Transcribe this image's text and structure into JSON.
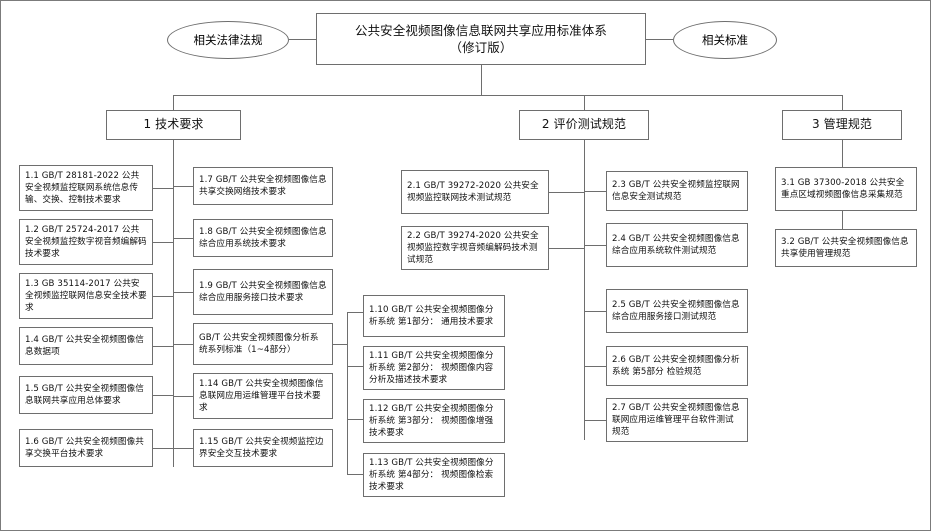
{
  "diagram": {
    "title": "公共安全视频图像信息联网共享应用标准体系",
    "subtitle": "（修订版）",
    "side_left": "相关法律法规",
    "side_right": "相关标准",
    "branches": [
      {
        "id": "tech",
        "label": "1 技术要求"
      },
      {
        "id": "eval",
        "label": "2 评价测试规范"
      },
      {
        "id": "mgmt",
        "label": "3 管理规范"
      }
    ],
    "tech_left": [
      {
        "id": "1.1",
        "text": "1.1 GB/T 28181-2022 公共安全视频监控联网系统信息传输、交换、控制技术要求"
      },
      {
        "id": "1.2",
        "text": "1.2 GB/T 25724-2017 公共安全视频监控数字视音频编解码技术要求"
      },
      {
        "id": "1.3",
        "text": "1.3 GB 35114-2017 公共安全视频监控联网信息安全技术要求"
      },
      {
        "id": "1.4",
        "text": "1.4 GB/T 公共安全视频图像信息数据项"
      },
      {
        "id": "1.5",
        "text": "1.5 GB/T 公共安全视频图像信息联网共享应用总体要求"
      },
      {
        "id": "1.6",
        "text": "1.6 GB/T 公共安全视频图像共享交换平台技术要求"
      }
    ],
    "tech_right": [
      {
        "id": "1.7",
        "text": "1.7 GB/T 公共安全视频图像信息共享交换网络技术要求"
      },
      {
        "id": "1.8",
        "text": "1.8 GB/T 公共安全视频图像信息综合应用系统技术要求"
      },
      {
        "id": "1.9",
        "text": "1.9 GB/T 公共安全视频图像信息综合应用服务接口技术要求"
      },
      {
        "id": "series",
        "text": "GB/T 公共安全视频图像分析系统系列标准（1~4部分）"
      },
      {
        "id": "1.14",
        "text": "1.14 GB/T 公共安全视频图像信息联网应用运维管理平台技术要求"
      },
      {
        "id": "1.15",
        "text": "1.15 GB/T 公共安全视频监控边界安全交互技术要求"
      }
    ],
    "series_children": [
      {
        "id": "1.10",
        "text": "1.10 GB/T 公共安全视频图像分析系统 第1部分： 通用技术要求"
      },
      {
        "id": "1.11",
        "text": "1.11 GB/T 公共安全视频图像分析系统 第2部分： 视频图像内容分析及描述技术要求"
      },
      {
        "id": "1.12",
        "text": "1.12 GB/T 公共安全视频图像分析系统 第3部分： 视频图像增强技术要求"
      },
      {
        "id": "1.13",
        "text": "1.13 GB/T 公共安全视频图像分析系统 第4部分： 视频图像检索技术要求"
      }
    ],
    "eval_left": [
      {
        "id": "2.1",
        "text": "2.1 GB/T 39272-2020 公共安全视频监控联网技术测试规范"
      },
      {
        "id": "2.2",
        "text": "2.2 GB/T 39274-2020 公共安全视频监控数字视音频编解码技术测试规范"
      }
    ],
    "eval_right": [
      {
        "id": "2.3",
        "text": "2.3 GB/T 公共安全视频监控联网信息安全测试规范"
      },
      {
        "id": "2.4",
        "text": "2.4 GB/T 公共安全视频图像信息综合应用系统软件测试规范"
      },
      {
        "id": "2.5",
        "text": "2.5 GB/T 公共安全视频图像信息综合应用服务接口测试规范"
      },
      {
        "id": "2.6",
        "text": "2.6 GB/T 公共安全视频图像分析系统 第5部分 检验规范"
      },
      {
        "id": "2.7",
        "text": "2.7 GB/T 公共安全视频图像信息联网应用运维管理平台软件测试规范"
      }
    ],
    "mgmt_children": [
      {
        "id": "3.1",
        "text": "3.1 GB 37300-2018 公共安全重点区域视频图像信息采集规范"
      },
      {
        "id": "3.2",
        "text": "3.2 GB/T 公共安全视频图像信息共享使用管理规范"
      }
    ],
    "colors": {
      "border": "#6e6e6e",
      "frame": "#7b7b7b",
      "background": "#ffffff",
      "text": "#111111"
    }
  }
}
